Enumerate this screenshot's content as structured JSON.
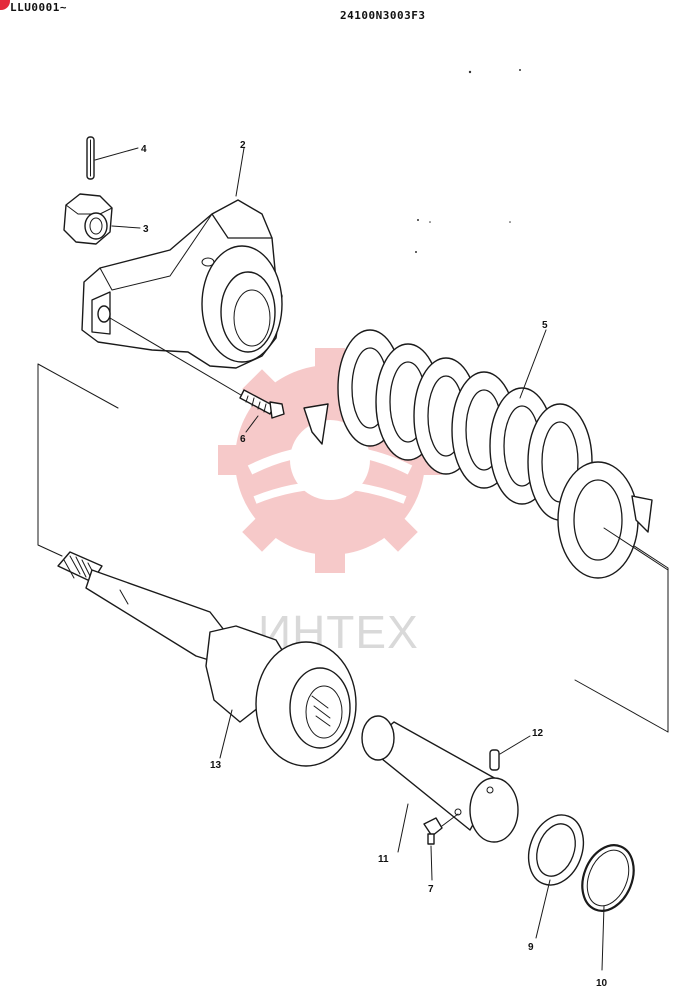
{
  "header": {
    "left_code": "LLU0001~",
    "center_code": "24100N3003F3"
  },
  "watermark": {
    "text": "ИНТЕХ",
    "gear_color": "#f3b8b8",
    "text_color": "#d9d9d9"
  },
  "callouts": [
    "4",
    "3",
    "2",
    "5",
    "6",
    "13",
    "12",
    "11",
    "7",
    "9",
    "10"
  ],
  "colors": {
    "line": "#1a1a1a",
    "accent": "#e4283a"
  }
}
